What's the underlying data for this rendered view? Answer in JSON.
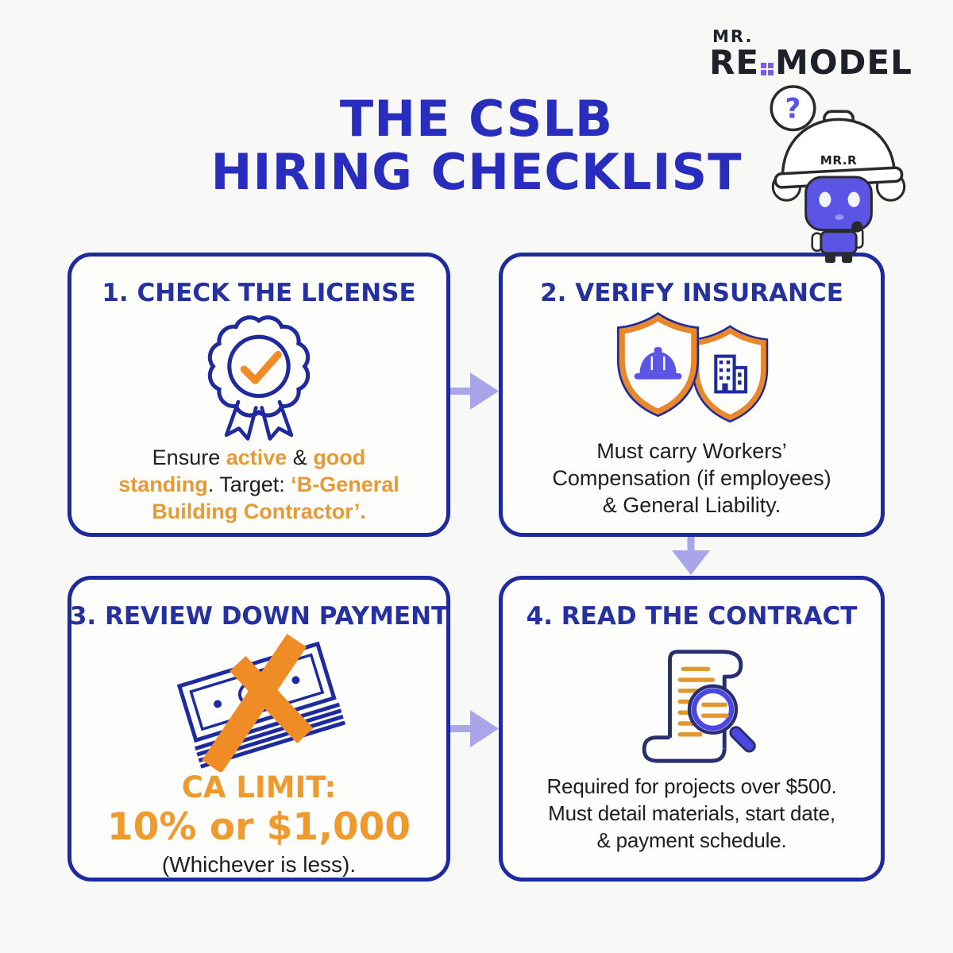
{
  "brand": {
    "pre": "MR.",
    "name_left": "RE",
    "name_right": "MODEL"
  },
  "title": {
    "line1": "THE CSLB",
    "line2": "HIRING CHECKLIST"
  },
  "mascot": {
    "bubble_symbol": "?",
    "hat_label": "MR.R"
  },
  "colors": {
    "title_blue": "#282dbe",
    "heading_navy": "#24319e",
    "border_navy": "#1d2b9e",
    "icon_orange": "#ef8c26",
    "text_orange": "#e59a35",
    "limit_orange": "#ef9a2e",
    "arrow_lavender": "#a9a5e8",
    "robot_purple": "#5b55e5",
    "ink": "#1e1e1e"
  },
  "steps": [
    {
      "heading": "1. CHECK THE LICENSE",
      "icon": "license-badge-check",
      "body": [
        {
          "text": "Ensure ",
          "style": "dark"
        },
        {
          "text": "active",
          "style": "orange"
        },
        {
          "text": " & ",
          "style": "dark"
        },
        {
          "text": "good\nstanding",
          "style": "orange"
        },
        {
          "text": ". Target: ",
          "style": "dark"
        },
        {
          "text": "‘B-General\nBuilding Contractor’.",
          "style": "orange"
        }
      ]
    },
    {
      "heading": "2. VERIFY INSURANCE",
      "icon": "insurance-shields",
      "body": [
        {
          "text": "Must carry Workers’\nCompensation (if employees)\n& General Liability.",
          "style": "dark"
        }
      ]
    },
    {
      "heading": "3. REVIEW DOWN PAYMENT",
      "icon": "crossed-money-stack",
      "limit_label": "CA LIMIT:",
      "limit_value": "10% or $1,000",
      "limit_note": "(Whichever is less)."
    },
    {
      "heading": "4. READ THE CONTRACT",
      "icon": "contract-magnifier",
      "body": [
        {
          "text": "Required for projects over $500.\nMust detail materials, start date,\n& payment schedule.",
          "style": "dark"
        }
      ]
    }
  ]
}
